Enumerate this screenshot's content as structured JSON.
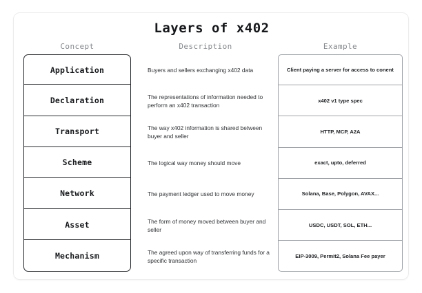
{
  "diagram": {
    "title": "Layers of x402",
    "columns": {
      "concept": "Concept",
      "description": "Description",
      "example": "Example"
    },
    "rows": [
      {
        "concept": "Application",
        "description": "Buyers and sellers exchanging x402 data",
        "example": "Client paying a server for access to conent"
      },
      {
        "concept": "Declaration",
        "description": "The representations of information needed to perform an x402 transaction",
        "example": "x402 v1 type spec"
      },
      {
        "concept": "Transport",
        "description": "The way x402 information is shared between buyer and seller",
        "example": "HTTP, MCP, A2A"
      },
      {
        "concept": "Scheme",
        "description": "The logical way money should move",
        "example": "exact, upto, deferred"
      },
      {
        "concept": "Network",
        "description": "The payment ledger used to move money",
        "example": "Solana, Base, Polygon, AVAX..."
      },
      {
        "concept": "Asset",
        "description": "The form of money moved between buyer and seller",
        "example": "USDC, USDT, SOL, ETH..."
      },
      {
        "concept": "Mechanism",
        "description": "The agreed upon way of transferring funds for a specific transaction",
        "example": "EIP-3009, Permit2, Solana Fee payer"
      }
    ],
    "colors": {
      "background": "#ffffff",
      "card_border": "#ececed",
      "concept_border": "#26282b",
      "example_border": "#9ea1a6",
      "header_text": "#85888c",
      "body_text": "#2e3033",
      "title_text": "#15171a"
    }
  }
}
